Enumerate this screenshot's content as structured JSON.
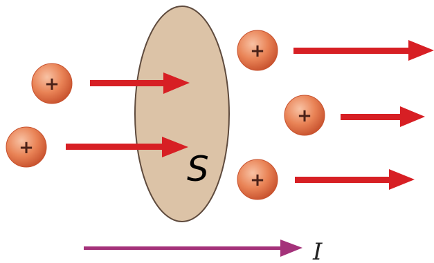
{
  "surface": {
    "label": "S",
    "fill": "#dcc3a7",
    "stroke": "#5f4b3e"
  },
  "charges": {
    "sign": "+",
    "count": 5,
    "fill_center": "#f8c2a4",
    "fill_mid": "#e98356",
    "fill_edge": "#c7512d",
    "sign_color": "#4a2118"
  },
  "velocity_arrows": {
    "color": "#d71f24",
    "count": 5
  },
  "current": {
    "label": "I",
    "arrow_color": "#a4327a",
    "label_color": "#222222"
  }
}
